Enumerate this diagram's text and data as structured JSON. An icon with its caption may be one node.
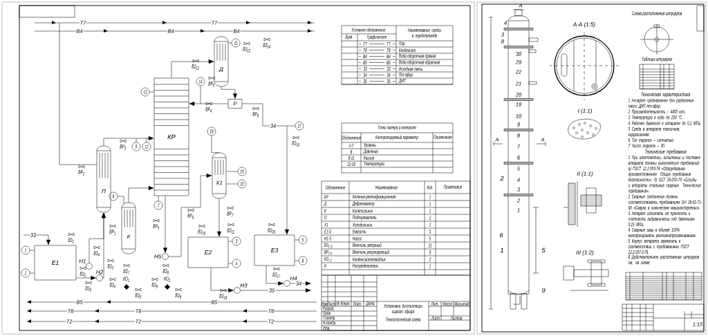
{
  "diagram": {
    "nodes": [
      {
        "text": [
          "КР"
        ]
      },
      {
        "text": [
          "Д"
        ]
      },
      {
        "text": [
          "Р"
        ]
      },
      {
        "text": [
          "П"
        ]
      },
      {
        "text": [
          "К"
        ]
      },
      {
        "text": [
          "Х1"
        ]
      },
      {
        "text": [
          "Е1"
        ]
      },
      {
        "text": [
          "Е2"
        ]
      },
      {
        "text": [
          "Е3"
        ]
      },
      {
        "text": [
          "Н1"
        ]
      },
      {
        "text": [
          "Н2"
        ]
      },
      {
        "text": [
          "Н3"
        ]
      },
      {
        "text": [
          "Н4"
        ]
      },
      {
        "text": [
          "Н5"
        ]
      },
      {
        "text": [
          "1"
        ]
      },
      {
        "text": [
          "2"
        ]
      },
      {
        "text": [
          "3"
        ]
      },
      {
        "text": [
          "4"
        ]
      },
      {
        "text": [
          "5"
        ]
      },
      {
        "text": [
          "6"
        ]
      },
      {
        "text": [
          "7"
        ]
      },
      {
        "text": [
          "8"
        ]
      },
      {
        "text": [
          "9"
        ]
      },
      {
        "text": [
          "10"
        ]
      },
      {
        "text": [
          "12"
        ]
      },
      {
        "text": [
          "13"
        ]
      },
      {
        "text": [
          "14"
        ]
      },
      {
        "text": [
          "15"
        ]
      },
      {
        "text": [
          "17"
        ]
      },
      {
        "text": [
          "18"
        ]
      },
      {
        "text": [
          "19"
        ]
      }
    ],
    "edges": [
      {
        "from": 0,
        "to": 1,
        "arrow": "to"
      },
      {
        "from": 1,
        "to": 2,
        "arrow": "to"
      },
      {
        "from": 2,
        "to": 0,
        "arrow": "to"
      },
      {
        "from": 2,
        "to": 8,
        "arrow": "to",
        "label": "34"
      },
      {
        "from": 3,
        "to": 0,
        "arrow": "to"
      },
      {
        "from": 4,
        "to": 0,
        "arrow": "to"
      },
      {
        "from": 0,
        "to": 13,
        "arrow": "to"
      },
      {
        "from": 13,
        "to": 5,
        "arrow": "to"
      },
      {
        "from": 5,
        "to": 7,
        "arrow": "to"
      },
      {
        "from": 10,
        "to": 3,
        "arrow": "to"
      },
      {
        "from": 6,
        "to": 10,
        "arrow": "to"
      },
      {
        "from": 9,
        "to": 3,
        "arrow": "to"
      },
      {
        "from": null,
        "to": 6,
        "arrow": "to",
        "label": "33"
      },
      {
        "from": 7,
        "to": 11,
        "arrow": "to"
      },
      {
        "from": 11,
        "to": null,
        "arrow": "to",
        "label": "35"
      },
      {
        "from": 8,
        "to": 12,
        "arrow": "to"
      },
      {
        "from": 12,
        "to": null,
        "arrow": "to",
        "label": "34"
      },
      {
        "from": 14,
        "to": 6,
        "arrow": "none"
      },
      {
        "from": 15,
        "to": 6,
        "arrow": "none"
      },
      {
        "from": 16,
        "to": 7,
        "arrow": "none"
      },
      {
        "from": 17,
        "to": 7,
        "arrow": "none"
      },
      {
        "from": 18,
        "to": 8,
        "arrow": "none"
      },
      {
        "from": 19,
        "to": 8,
        "arrow": "none"
      },
      {
        "from": 20,
        "to": 0,
        "arrow": "none"
      },
      {
        "from": 21,
        "to": 4,
        "arrow": "none"
      },
      {
        "from": 22,
        "to": null,
        "arrow": "none"
      },
      {
        "from": 23,
        "to": 5,
        "arrow": "none"
      },
      {
        "from": 24,
        "to": null,
        "arrow": "none"
      },
      {
        "from": 25,
        "to": 0,
        "arrow": "none"
      },
      {
        "from": 26,
        "to": null,
        "arrow": "none"
      },
      {
        "from": 27,
        "to": 1,
        "arrow": "none"
      },
      {
        "from": 28,
        "to": null,
        "arrow": "none"
      },
      {
        "from": 29,
        "to": 5,
        "arrow": "none"
      },
      {
        "from": 30,
        "to": 5,
        "arrow": "none"
      }
    ],
    "labels": [
      "Т7",
      "Т7",
      "В4",
      "В4",
      "В4",
      "В5",
      "В5",
      "Т8",
      "Т8",
      "Т8",
      "Т2",
      "Т2",
      "Т2",
      "ВЗ$_{14}$",
      "ВЗ$_{13}$",
      "ВЗ$_{12}$",
      "ВР$_{5}$",
      "ВР$_{4}$",
      "ВР$_{8}$",
      "ВЗ$_{16}$",
      "ВР$_{3}$",
      "ВР$_{2}$",
      "ВР$_{1}$",
      "ВР$_{9}$",
      "ВР$_{6}$",
      "ВР$_{7}$",
      "ВЗ$_{1}$",
      "ВЗ$_{10}$",
      "ВЗ$_{11}$",
      "ВЗ$_{20}$",
      "ВЗ$_{4}$",
      "ВЗ$_{3}$",
      "ВЗ$_{2}$",
      "ВЗ$_{5}$",
      "ВЗ$_{7}$",
      "ВЗ$_{8}$",
      "ВЗ$_{6}$",
      "ВЗ$_{9}$",
      "ВЗ$_{6}$",
      "ВЗ$_{9}$",
      "ВЗ$_{18}$",
      "ВЗ$_{17}$",
      "КО$_{1}$",
      "КО$_{2}$",
      "Условное обозначение",
      "Наименование среды в трубопроводе",
      "Букв.",
      "Графическое",
      "Т7",
      "Т7",
      "Пар",
      "Т8",
      "Т8",
      "Конденсат",
      "В4",
      "В4",
      "Вода оборотная прямая",
      "В5",
      "В5",
      "Вода оборотная обратная",
      "33",
      "33",
      "Исходная смесь",
      "34",
      "34",
      "Пт-эфир",
      "35",
      "35",
      "ДМТ",
      "Точки замера и контроля",
      "Обозначение",
      "Контролируемый параметр",
      "Примечание",
      "1-7",
      "Уровень",
      "8",
      "Давление",
      "9-11",
      "Расход",
      "12-19",
      "Температура",
      "Обозначение",
      "Наименование",
      "Кол.",
      "Примечание",
      "КР",
      "Колонна ректификационная",
      "1",
      "Д",
      "Дефлегматор",
      "1",
      "К",
      "Кипятильник",
      "1",
      "П",
      "Подогреватель",
      "1",
      "Х1",
      "Холодильник",
      "1",
      "Е1-3",
      "Емкость",
      "3",
      "Н1-5",
      "Насос",
      "5",
      "ВЗ$_{1-21}$",
      "Вентиль запорный",
      "21",
      "ВР$_{1-9}$",
      "Вентиль регулирующий",
      "9",
      "КО$_{1-2}$",
      "Конденсатоотводчик",
      "2",
      "Р",
      "Распределитель",
      "1",
      "Изм.",
      "Лист",
      "№ докум.",
      "Подп.",
      "Дата",
      "Разраб.",
      "Пров.",
      "Т.контр.",
      "Н.контр.",
      "Утв.",
      "Установка дистилляции сырого эфира",
      "Технологическая схема",
      "Лит.",
      "Масса",
      "Масштаб",
      "Лист",
      "Листов",
      "А",
      "4",
      "3",
      "8",
      "30",
      "29",
      "22",
      "21",
      "20",
      "19",
      "10",
      "9",
      "8",
      "7",
      "6",
      "5",
      "4",
      "3",
      "2",
      "1",
      "2",
      "6",
      "1",
      "5",
      "9",
      "А",
      "А",
      "А-А (1:5)",
      "I (1:1)",
      "II (1:1)",
      "III (1:2)",
      "Схема расположения штуцеров",
      "Таблица штуцеров",
      "Техническая характеристика",
      "1 Аппарат предназначен для разделения смеси ДМТ-пт-эфир.",
      "2 Производительность – 4400 кг/ч.",
      "3 Температура в кубе до 250 °С.",
      "4 Рабочее давление в аппарате до 0,1 МПа.",
      "5 Среда в аппарате токсичная, коррозионная.",
      "6 Тип тарелок – ситчатые.",
      "7 Число тарелок – 30.",
      "Технические требования",
      "1 При изготовлении, испытании и поставке аппарата должны выполняться требования: а) ГОСТ 12.2.003-74 «Оборудование производственное. Общие требования безопасности»; б) ОСТ 26-291-79 «Сосуды и аппараты стальные сварные. Технические требования».",
      "2 Сварные соединения должны соответствовать требованиям ОН 26-01-71-68 «Сварка в химическом машиностроении».",
      "3 Аппарат испытать на прочность и плотность гидравлически под давлением 0,15 МПа.",
      "4 Сварные швы в объеме 100% контролировать рентгенопросвечиванием.",
      "5 Корпус аппарата заземлить в соответствии с требованиями ГОСТ 12.2.007.0-75.",
      "6 Действительное расположение штуцеров см. на схеме.",
      "1:15"
    ]
  }
}
